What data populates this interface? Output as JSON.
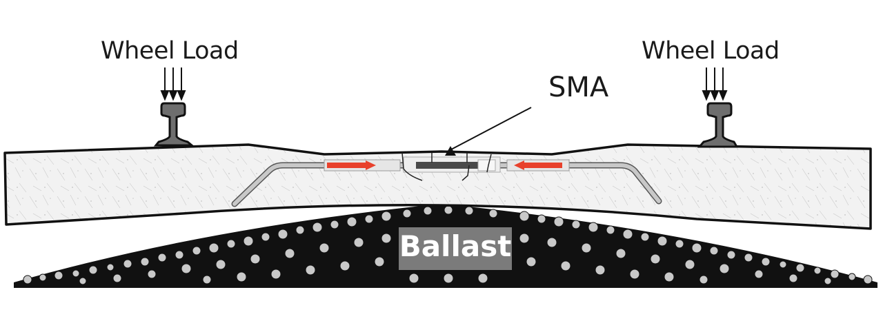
{
  "diagram": {
    "title": "Railway sleeper with SMA (shape memory alloy) reinforcement on ballast",
    "labels": {
      "wheel_load_left": "Wheel Load",
      "wheel_load_right": "Wheel Load",
      "sma": "SMA",
      "ballast": "Ballast"
    },
    "components": [
      {
        "id": "rail-left",
        "name": "Rail (left)",
        "icon": "rail-profile-icon"
      },
      {
        "id": "rail-right",
        "name": "Rail (right)",
        "icon": "rail-profile-icon"
      },
      {
        "id": "sleeper",
        "name": "Concrete sleeper"
      },
      {
        "id": "tendon",
        "name": "Bent reinforcement tendon"
      },
      {
        "id": "sma-element",
        "name": "SMA element"
      },
      {
        "id": "anchors",
        "name": "Red anchor/actuator arrows"
      },
      {
        "id": "ballast",
        "name": "Ballast bed"
      }
    ],
    "colors": {
      "outline": "#111111",
      "concrete": "#f2f2f2",
      "rail_fill": "#6e6e6e",
      "tendon": "#b9b9b9",
      "sma_bar": "#4a4a4a",
      "red_arrow": "#e8412c",
      "ballast_stone": "#c9c9c9",
      "ballast_label_bg": "#7b7b7b"
    }
  }
}
